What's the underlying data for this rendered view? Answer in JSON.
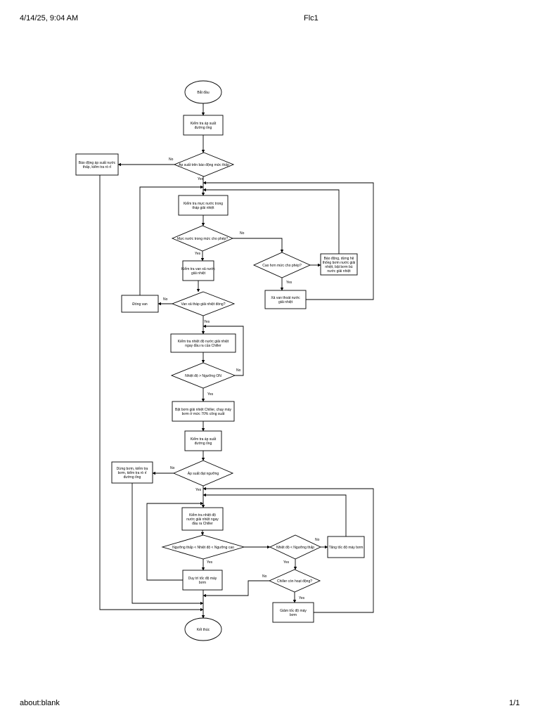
{
  "header": {
    "datetime": "4/14/25, 9:04 AM",
    "title": "Flc1"
  },
  "footer": {
    "url": "about:blank",
    "page": "1/1"
  },
  "flowchart": {
    "nodes": {
      "start": [
        "Bắt đầu"
      ],
      "check_pressure_1": [
        "Kiểm tra áp suất",
        "đường ống"
      ],
      "dec_pressure_alarm": [
        "Áp suất trên báo động mức thấp"
      ],
      "alarm_low_pressure": [
        "Báo động áp suất nước",
        "thấp, kiểm tra rò rỉ"
      ],
      "check_tower_level": [
        "Kiểm tra mực nước trong",
        "tháp giải nhiệt"
      ],
      "dec_level_ok": [
        "Mực nước trong mức cho phép?"
      ],
      "dec_level_high": [
        "Cao hơn mức cho phép?"
      ],
      "alarm_stop_pump": [
        "Báo động, dừng hệ",
        "thống bơm nước giải",
        "nhiệt, bật bơm bù",
        "nước giải nhiệt"
      ],
      "check_drain_valve": [
        "Kiểm tra van xả nước",
        "giải nhiệt"
      ],
      "drain_valve_open": [
        "Xả van thoát nước",
        "giải nhiệt"
      ],
      "dec_valve_active": [
        "Van xả tháp giải nhiệt đóng?"
      ],
      "close_valve": [
        "Đóng van"
      ],
      "check_chiller_temp": [
        "Kiểm tra nhiệt độ nước giải nhiệt",
        "ngay đầu ra của Chiller"
      ],
      "dec_temp_threshold": [
        "Nhiệt độ > Ngưỡng ON"
      ],
      "start_pump": [
        "Bật bơm giải nhiệt Chiller, chạy máy",
        "bơm ở mức 70% công suất"
      ],
      "check_pressure_2": [
        "Kiểm tra áp suất",
        "đường ống"
      ],
      "dec_pressure_threshold": [
        "Áp suất đạt ngưỡng"
      ],
      "stop_pump_leak": [
        "Dừng bơm, kiểm tra",
        "bơm, kiểm tra rò rỉ",
        "đường ống"
      ],
      "check_chiller_temp_2": [
        "Kiểm tra nhiệt độ",
        "nước giải nhiệt ngay",
        "đầu ra Chiller"
      ],
      "dec_temp_range": [
        "Ngưỡng thấp < Nhiệt độ < Ngưỡng cao"
      ],
      "dec_temp_low": [
        "Nhiệt độ < Ngưỡng thấp"
      ],
      "increase_speed": [
        "Tăng tốc độ máy bơm"
      ],
      "maintain_speed": [
        "Duy trì tốc độ máy",
        "bơm"
      ],
      "dec_chiller_running": [
        "Chiller còn hoạt động?"
      ],
      "reduce_speed": [
        "Giảm tốc độ máy",
        "bơm"
      ],
      "end": [
        "Kết thúc"
      ]
    },
    "edge_labels": {
      "yes": "Yes",
      "no": "No"
    }
  }
}
